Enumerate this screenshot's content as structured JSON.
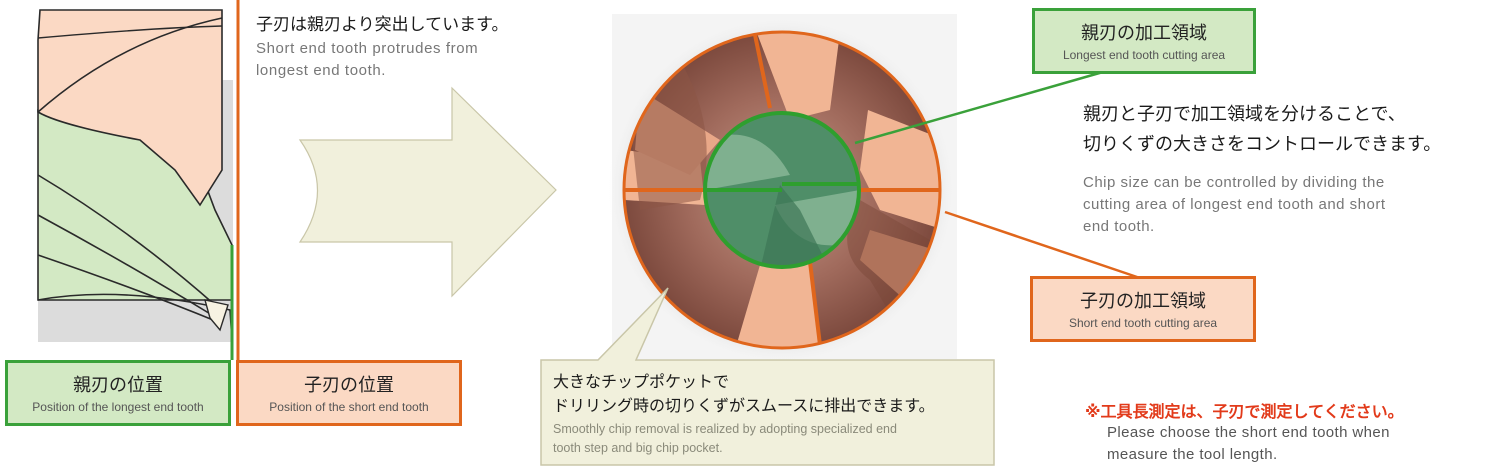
{
  "top_caption": {
    "jp": "子刃は親刃より突出しています。",
    "en_line1": "Short end tooth protrudes from",
    "en_line2": "longest end tooth."
  },
  "label_longest_position": {
    "jp": "親刃の位置",
    "en": "Position of the longest end tooth"
  },
  "label_short_position": {
    "jp": "子刃の位置",
    "en": "Position of the short end tooth"
  },
  "label_longest_area": {
    "jp": "親刃の加工領域",
    "en": "Longest end tooth cutting area"
  },
  "label_short_area": {
    "jp": "子刃の加工領域",
    "en": "Short end tooth cutting area"
  },
  "chip_control": {
    "jp_line1": "親刃と子刃で加工領域を分けることで、",
    "jp_line2": "切りくずの大きさをコントロールできます。",
    "en_line1": "Chip size can be controlled by dividing the",
    "en_line2": "cutting area of longest end tooth and short",
    "en_line3": "end tooth."
  },
  "chip_pocket": {
    "jp_line1": "大きなチップポケットで",
    "jp_line2": "ドリリング時の切りくずがスムースに排出できます。",
    "en_line1": "Smoothly chip removal is realized by adopting specialized end",
    "en_line2": "tooth step and big chip pocket."
  },
  "note": {
    "jp": "※工具長測定は、子刃で測定してください。",
    "en_line1": "Please choose the short end tooth when",
    "en_line2": "measure the tool length."
  },
  "colors": {
    "green": "#3aa13a",
    "orange": "#e0661c",
    "green_fill": "#d3e9c4",
    "peach_fill": "#fbd9c4",
    "cream_fill": "#f1f0dc",
    "note_red": "#e23a1a"
  }
}
